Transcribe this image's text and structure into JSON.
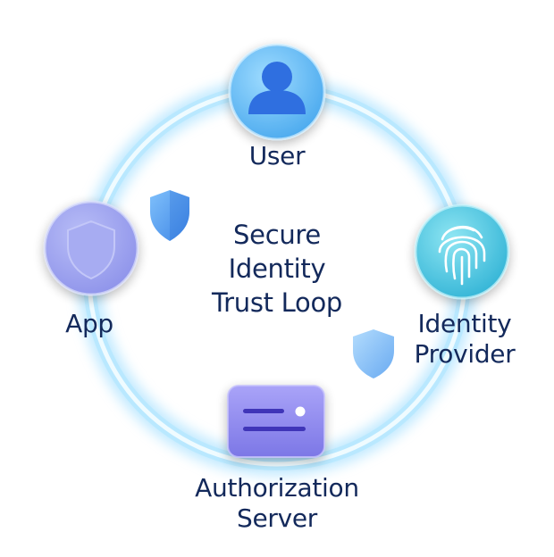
{
  "diagram": {
    "title_lines": [
      "Secure",
      "Identity",
      "Trust Loop"
    ],
    "nodes": {
      "user": {
        "label": "User",
        "icon": "user-icon"
      },
      "identity_provider": {
        "label_lines": [
          "Identity",
          "Provider"
        ],
        "icon": "fingerprint-icon"
      },
      "authorization_server": {
        "label_lines": [
          "Authorization",
          "Server"
        ],
        "icon": "server-icon"
      },
      "app": {
        "label": "App",
        "icon": "shield-icon"
      }
    },
    "colors": {
      "ring_glow": "#8fd8ff",
      "ring_core": "#e9f9ff",
      "user_node": "#5fb8f4",
      "identity_node": "#4cc6df",
      "app_node": "#9aa2ee",
      "server_node": "#8c88ee",
      "text": "#13295b",
      "shield": "#5a9ff0"
    }
  }
}
